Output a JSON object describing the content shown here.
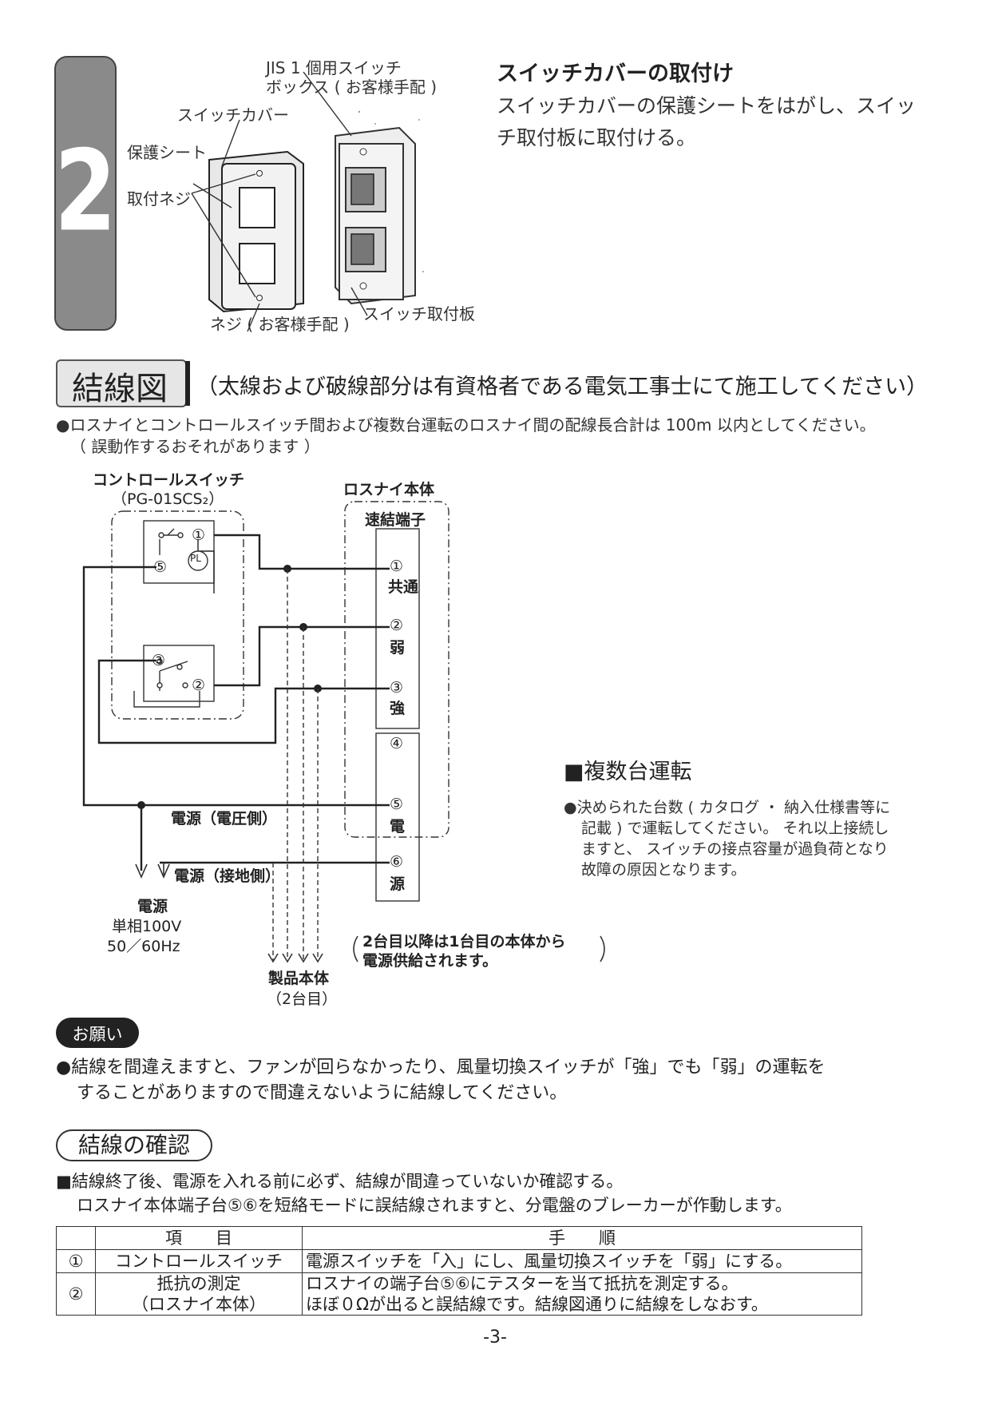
{
  "step": {
    "number": "2",
    "title": "スイッチカバーの取付け",
    "body_lines": [
      "スイッチカバーの保護シートをはがし、スイッ",
      "チ取付板に取付ける。"
    ],
    "callouts": {
      "jis_box_1": "JIS 1 個用スイッチ",
      "jis_box_2": "ボックス ( お客様手配 )",
      "switch_cover": "スイッチカバー",
      "protect_sheet": "保護シート",
      "mount_screw": "取付ネジ",
      "screw": "ネジ ( お客様手配 )",
      "mount_plate": "スイッチ取付板"
    }
  },
  "wiring": {
    "title": "結線図",
    "note": "（太線および破線部分は有資格者である電気工事士にて施工してください）",
    "bullet_1": "●ロスナイとコントロールスイッチ間および複数台運転のロスナイ間の配線長合計は 100m 以内としてください。",
    "bullet_2": "（ 誤動作するおそれがあります ）",
    "diagram": {
      "control_switch": "コントロールスイッチ",
      "control_model": "（PG-01SCS₂）",
      "unit": "ロスナイ本体",
      "terminal": "速結端子",
      "t1": "①",
      "t1_label": "共通",
      "t2": "②",
      "t2_label": "弱",
      "t3": "③",
      "t3_label": "強",
      "t4": "④",
      "t5": "⑤",
      "t5_label": "電",
      "t6": "⑥",
      "t6_label": "源",
      "sw_1": "①",
      "sw_5": "⑤",
      "sw_pl": "PL",
      "sw_3": "③",
      "sw_2": "②",
      "power_voltage": "電源（電圧側）",
      "power_ground": "電源（接地側）",
      "power_1": "電源",
      "power_2": "単相100V",
      "power_3": "50／60Hz",
      "second_unit_1": "製品本体",
      "second_unit_2": "（2台目）",
      "supply_note_1": "2台目以降は1台目の本体から",
      "supply_note_2": "電源供給されます。"
    }
  },
  "multi": {
    "title": "■複数台運転",
    "lines": [
      "●決められた台数 ( カタログ ・ 納入仕様書等に",
      "記載 ) で運転してください。 それ以上接続し",
      "ますと、 スイッチの接点容量が過負荷となり",
      "故障の原因となります。"
    ]
  },
  "request": {
    "badge": "お願い",
    "line_1": "●結線を間違えますと、ファンが回らなかったり、風量切換スイッチが「強」でも「弱」の運転を",
    "line_2": "することがありますので間違えないように結線してください。"
  },
  "confirm": {
    "title": "結線の確認",
    "line_1": "■結線終了後、電源を入れる前に必ず、結線が間違っていないか確認する。",
    "line_2": "ロスナイ本体端子台⑤⑥を短絡モードに誤結線されますと、分電盤のブレーカーが作動します。",
    "table": {
      "header_item": "項　　目",
      "header_proc": "手　　順",
      "r1_no": "①",
      "r1_item": "コントロールスイッチ",
      "r1_proc": "電源スイッチを「入」にし、風量切換スイッチを「弱」にする。",
      "r2_no": "②",
      "r2_item_1": "抵抗の測定",
      "r2_item_2": "（ロスナイ本体）",
      "r2_proc_1": "ロスナイの端子台⑤⑥にテスターを当て抵抗を測定する。",
      "r2_proc_2": "ほぼ０Ωが出ると誤結線です。結線図通りに結線をしなおす。"
    }
  },
  "page_number": "-3-"
}
